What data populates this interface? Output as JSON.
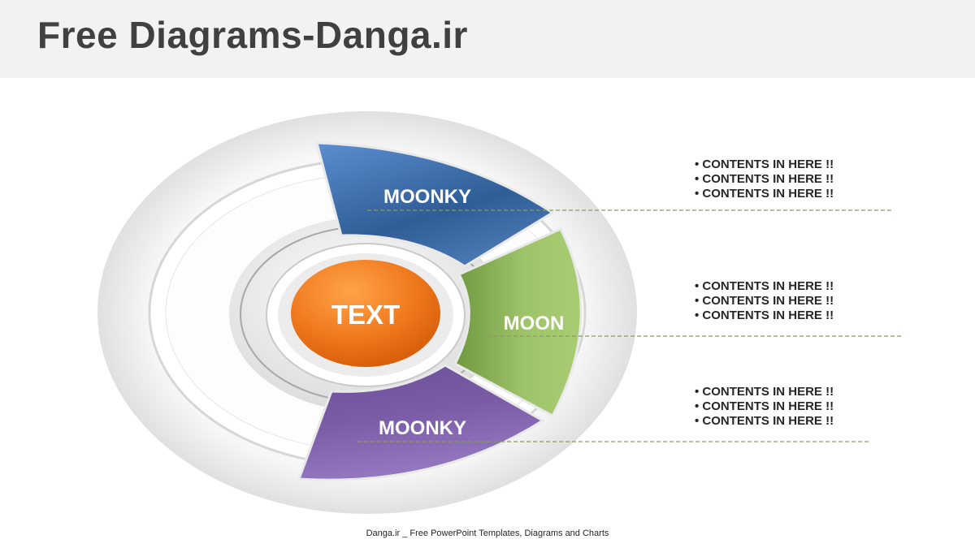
{
  "header": {
    "title": "Free Diagrams-Danga.ir"
  },
  "diagram": {
    "center_label": "TEXT",
    "segments": [
      {
        "label": "MOONKY",
        "color": "#3e6fae"
      },
      {
        "label": "MOON",
        "color": "#8db65a"
      },
      {
        "label": "MOONKY",
        "color": "#7a5ca6"
      }
    ],
    "bullet_groups": [
      {
        "items": [
          "• CONTENTS IN HERE !!",
          "• CONTENTS IN HERE !!",
          "• CONTENTS IN HERE !!"
        ]
      },
      {
        "items": [
          "• CONTENTS IN HERE !!",
          "• CONTENTS IN HERE !!",
          "• CONTENTS IN HERE !!"
        ]
      },
      {
        "items": [
          "• CONTENTS IN HERE !!",
          "• CONTENTS IN HERE !!",
          "• CONTENTS IN HERE !!"
        ]
      }
    ],
    "center_color": "#f07a1e",
    "leader_color": "#8b9a62"
  },
  "footer": {
    "text": "Danga.ir _ Free PowerPoint Templates, Diagrams and Charts"
  }
}
